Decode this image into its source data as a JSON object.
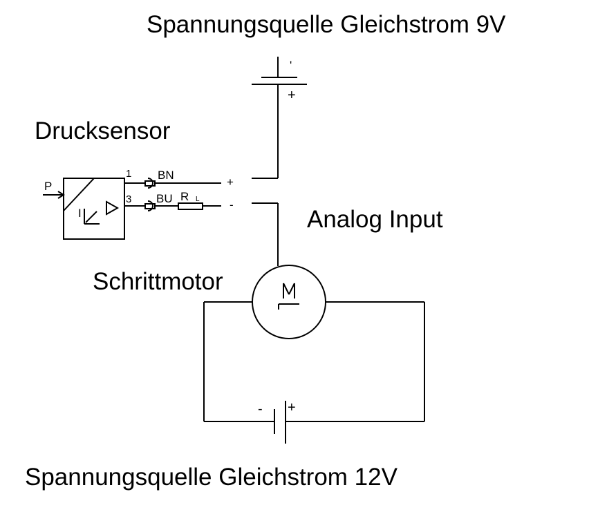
{
  "labels": {
    "source_9v": "Spannungsquelle Gleichstrom 9V",
    "source_12v": "Spannungsquelle Gleichstrom 12V",
    "pressure_sensor": "Drucksensor",
    "analog_input": "Analog Input",
    "stepper_motor": "Schrittmotor"
  },
  "sensor": {
    "input_label": "P",
    "pin1_number": "1",
    "pin1_wire": "BN",
    "pin3_number": "3",
    "pin3_wire": "BU",
    "resistor_label": "R",
    "resistor_subscript": "L",
    "output_symbol": "I"
  },
  "terminals": {
    "plus": "+",
    "minus": "-"
  },
  "battery_9v": {
    "tick": "'",
    "plus": "+"
  },
  "battery_12v": {
    "minus": "-",
    "plus": "+"
  },
  "motor": {
    "symbol": "M"
  }
}
